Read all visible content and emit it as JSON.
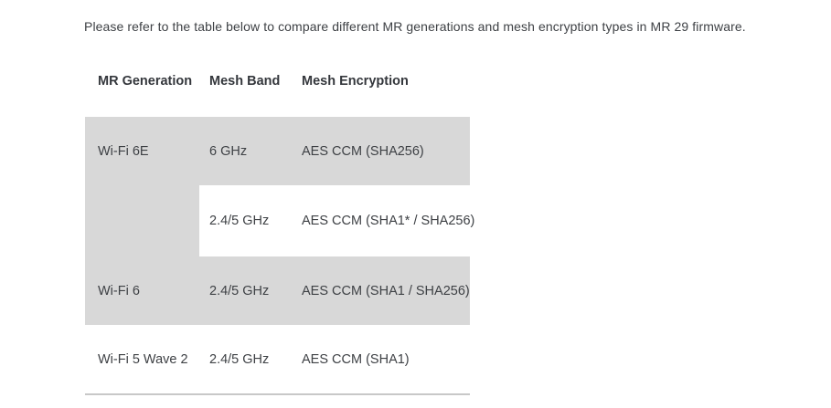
{
  "intro": {
    "text": "Please refer to the table below to compare different MR generations and mesh encryption types in MR 29 firmware."
  },
  "table": {
    "columns": [
      {
        "label": "MR Generation"
      },
      {
        "label": "Mesh Band"
      },
      {
        "label": "Mesh Encryption"
      }
    ],
    "rows": [
      {
        "generation": "Wi-Fi 6E",
        "band": "6 GHz",
        "encryption": "AES CCM (SHA256)"
      },
      {
        "generation": "",
        "band": "2.4/5 GHz",
        "encryption": "AES CCM (SHA1* / SHA256)"
      },
      {
        "generation": "Wi-Fi 6",
        "band": "2.4/5 GHz",
        "encryption": "AES CCM (SHA1 / SHA256)"
      },
      {
        "generation": "Wi-Fi 5 Wave 2",
        "band": "2.4/5 GHz",
        "encryption": "AES CCM (SHA1)"
      }
    ],
    "colors": {
      "shaded_cell": "#d8d8d8",
      "text": "#3e4145",
      "header_text": "#34373c",
      "bottom_border": "#c8c8c8",
      "page_background": "#ffffff"
    }
  }
}
